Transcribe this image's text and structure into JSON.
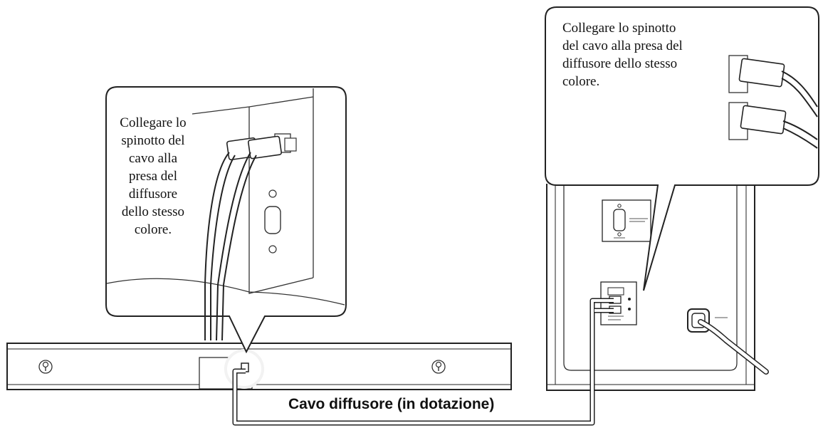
{
  "callout_left": {
    "lines": [
      "Collegare lo",
      "spinotto del",
      "cavo alla",
      "presa del",
      "diffusore",
      "dello stesso",
      "colore."
    ]
  },
  "callout_right": {
    "lines": [
      "Collegare lo spinotto",
      "del cavo alla presa del",
      "diffusore dello stesso",
      "colore."
    ]
  },
  "cable_label": "Cavo diffusore (in dotazione)"
}
